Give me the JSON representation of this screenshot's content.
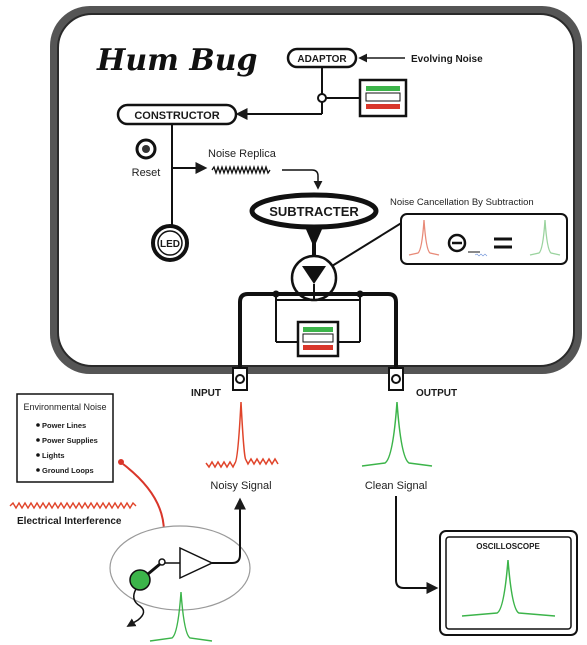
{
  "title": "Hum Bug",
  "adaptor": "ADAPTOR",
  "evolving_noise": "Evolving Noise",
  "constructor": "CONSTRUCTOR",
  "reset": "Reset",
  "noise_replica": "Noise Replica",
  "subtracter": "SUBTRACTER",
  "led": "LED",
  "cancellation": "Noise Cancellation By Subtraction",
  "input": "INPUT",
  "output": "OUTPUT",
  "noisy_signal": "Noisy Signal",
  "clean_signal": "Clean Signal",
  "electrical_interference": "Electrical Interference",
  "env_noise": {
    "title": "Environmental Noise",
    "items": [
      "Power Lines",
      "Power Supplies",
      "Lights",
      "Ground Loops"
    ]
  },
  "oscilloscope": "OSCILLOSCOPE",
  "colors": {
    "red": "#e0442a",
    "green": "#3cb44a",
    "dark": "#1a1a1a"
  }
}
